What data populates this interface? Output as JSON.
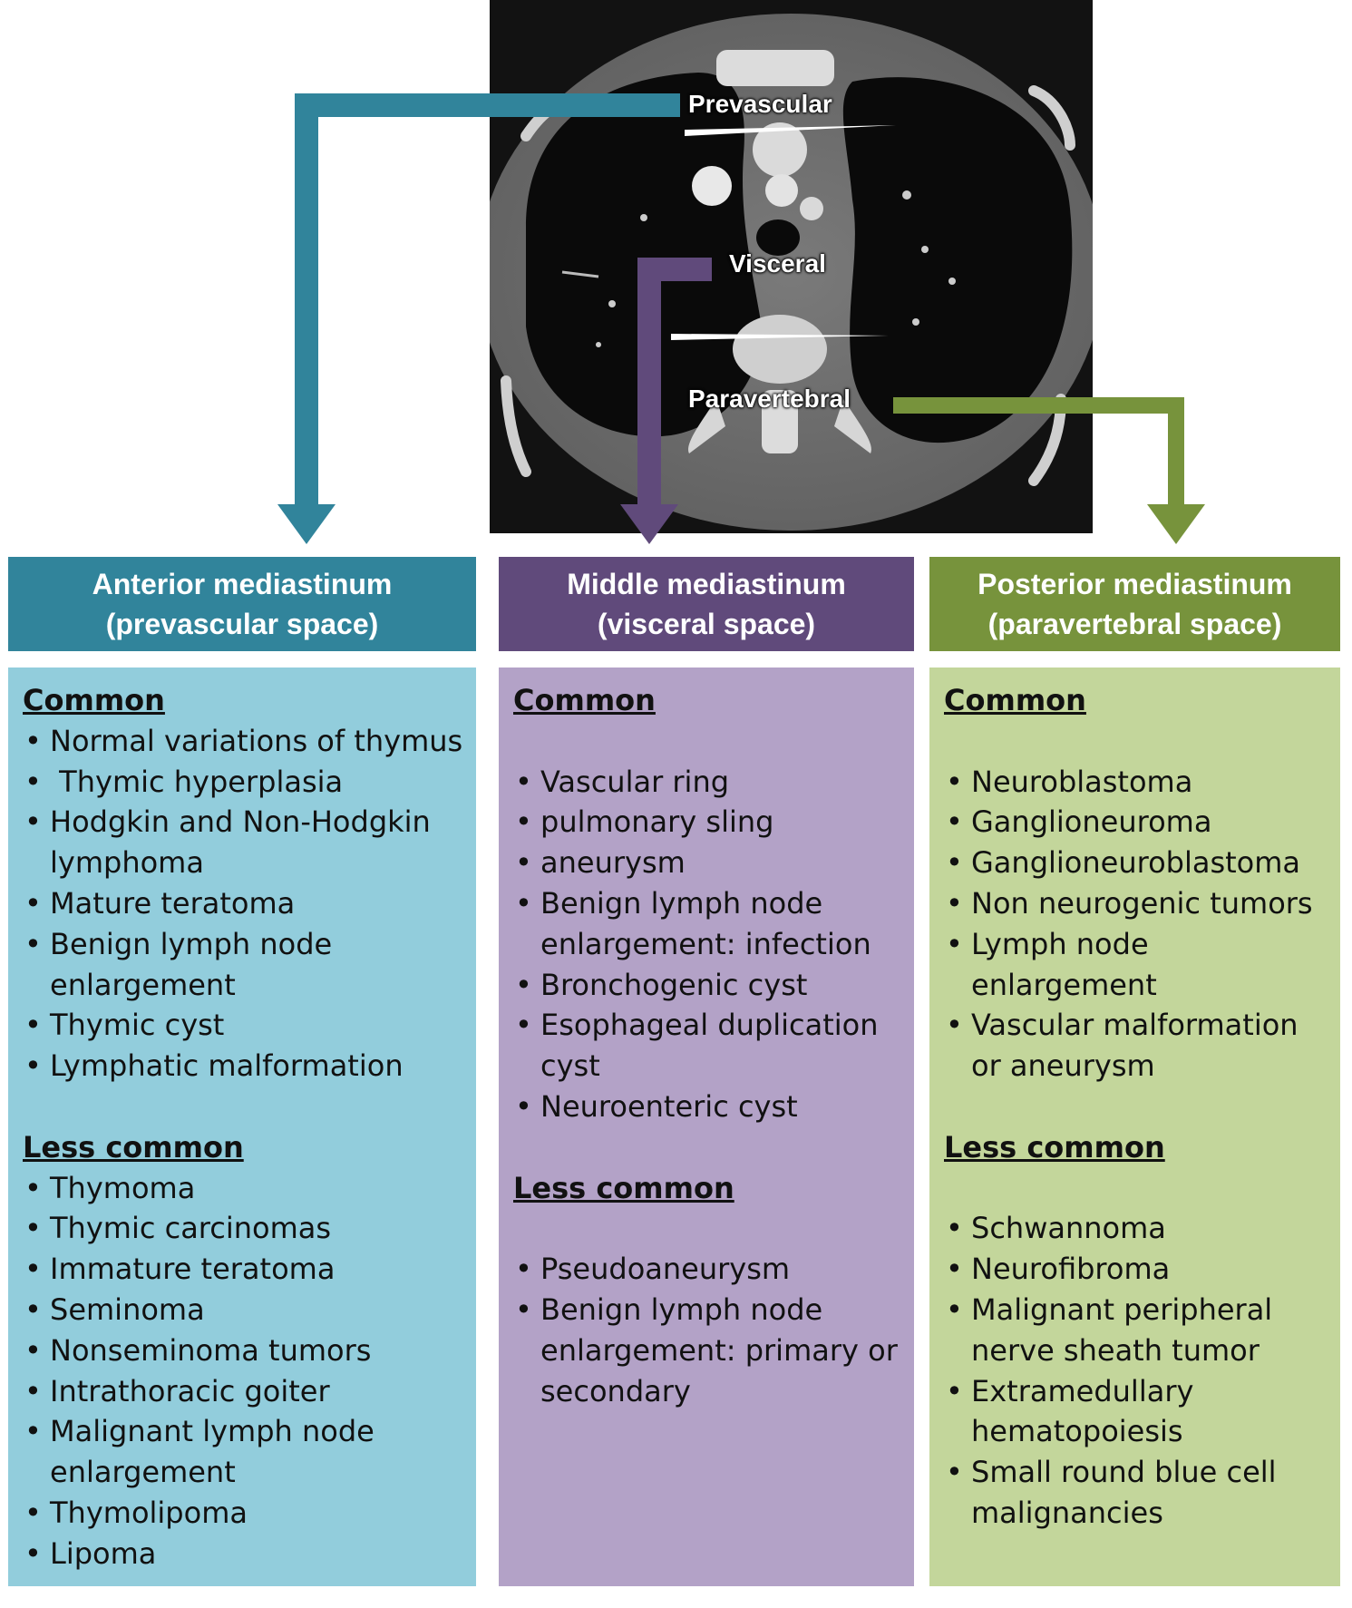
{
  "ct_labels": {
    "prevascular": "Prevascular",
    "visceral": "Visceral",
    "paravertebral": "Paravertebral"
  },
  "colors": {
    "anterior_header": "#31849b",
    "anterior_body": "#92cddc",
    "middle_header": "#604a7b",
    "middle_body": "#b3a2c7",
    "posterior_header": "#77933c",
    "posterior_body": "#c3d69b"
  },
  "columns": [
    {
      "header_line1": "Anterior mediastinum",
      "header_line2": "(prevascular space)",
      "common_title": "Common",
      "common_items": [
        "Normal variations of thymus",
        " Thymic hyperplasia",
        "Hodgkin and Non-Hodgkin lymphoma",
        "Mature teratoma",
        "Benign lymph node enlargement",
        "Thymic cyst",
        "Lymphatic malformation"
      ],
      "less_title": "Less common",
      "less_items": [
        "Thymoma",
        "Thymic carcinomas",
        "Immature teratoma",
        "Seminoma",
        "Nonseminoma tumors",
        "Intrathoracic goiter",
        "Malignant lymph node enlargement",
        "Thymolipoma",
        "Lipoma"
      ]
    },
    {
      "header_line1": "Middle mediastinum",
      "header_line2": "(visceral space)",
      "common_title": "Common",
      "common_items": [
        "Vascular ring",
        "pulmonary sling",
        "aneurysm",
        "Benign lymph node enlargement: infection",
        "Bronchogenic cyst",
        "Esophageal duplication cyst",
        "Neuroenteric cyst"
      ],
      "less_title": "Less common",
      "less_items": [
        "Pseudoaneurysm",
        "Benign lymph node enlargement: primary or secondary"
      ]
    },
    {
      "header_line1": "Posterior mediastinum",
      "header_line2": "(paravertebral space)",
      "common_title": "Common",
      "common_items": [
        "Neuroblastoma",
        "Ganglioneuroma",
        "Ganglioneuroblastoma",
        "Non neurogenic tumors",
        "Lymph node enlargement",
        "Vascular malformation or aneurysm"
      ],
      "less_title": "Less common",
      "less_items": [
        "Schwannoma",
        "Neurofibroma",
        "Malignant peripheral nerve sheath tumor",
        "Extramedullary hematopoiesis",
        "Small round blue cell malignancies"
      ]
    }
  ]
}
